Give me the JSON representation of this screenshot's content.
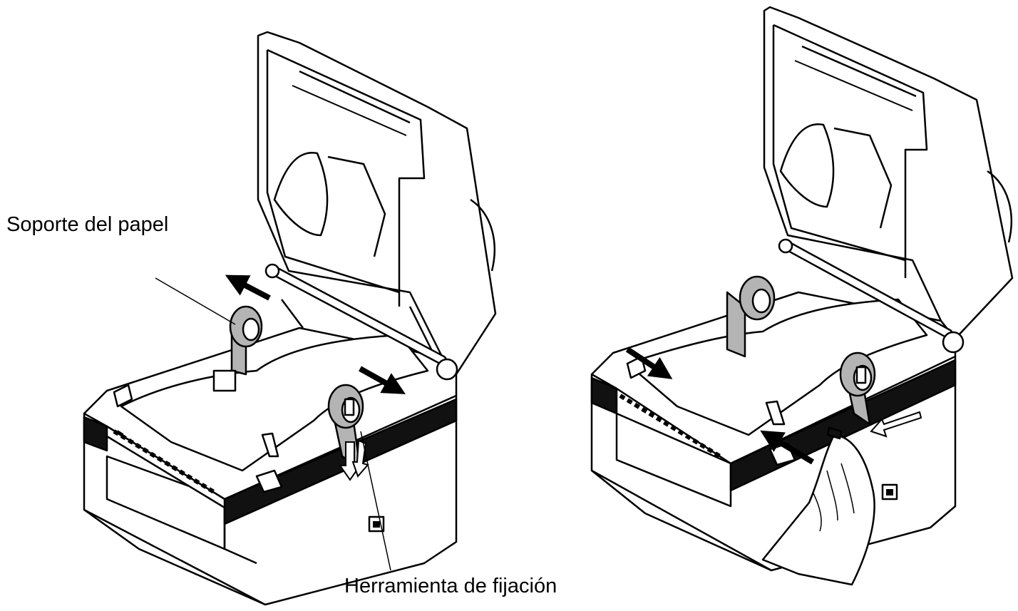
{
  "labels": {
    "paper_holder": "Soporte del papel",
    "fixing_tool": "Herramienta de fijación"
  },
  "colors": {
    "line": "#000000",
    "body": "#ffffff",
    "holder_gray": "#b4b4b4",
    "band_dark": "#111111"
  },
  "panels": [
    {
      "name": "left-printer-open",
      "step": "slide paper holders apart"
    },
    {
      "name": "right-printer-open",
      "step": "push paper holders together"
    }
  ]
}
